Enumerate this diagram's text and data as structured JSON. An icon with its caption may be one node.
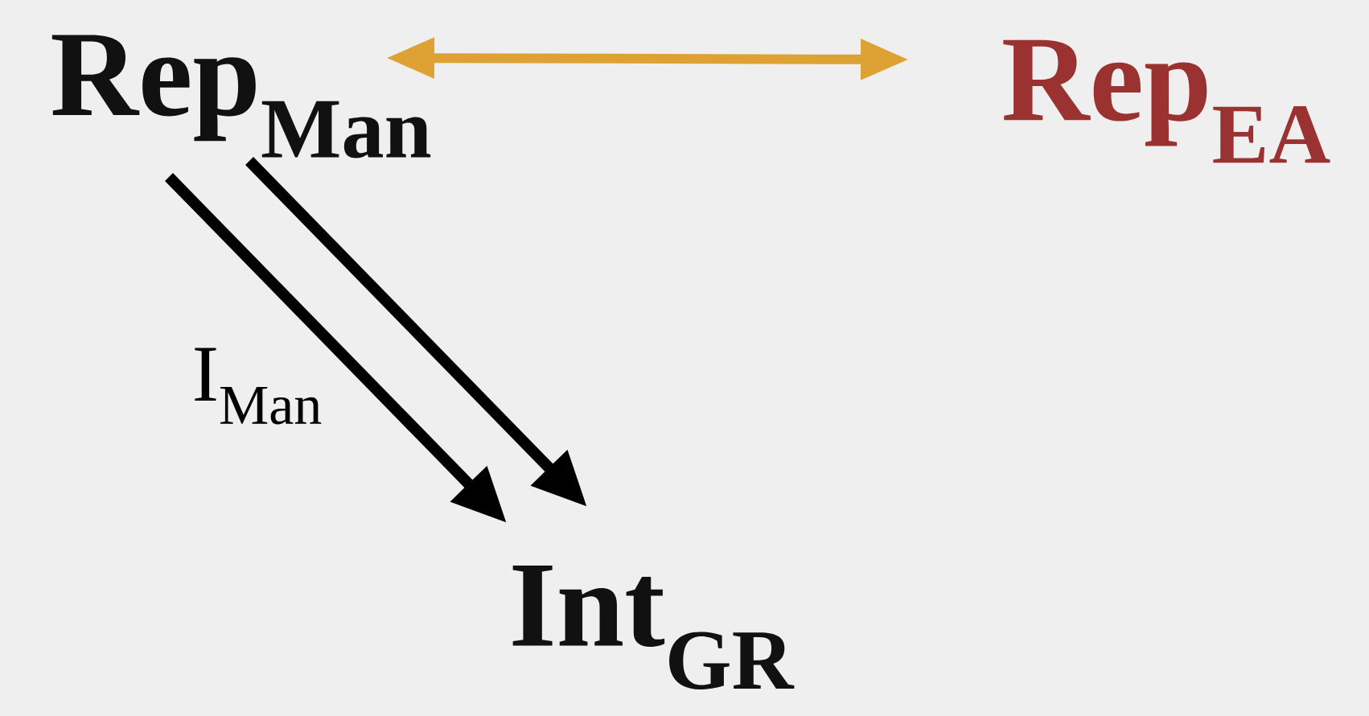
{
  "diagram": {
    "nodes": [
      {
        "text": [
          "Rep$_{Man}$"
        ]
      },
      {
        "text": [
          "Rep$_{EA}$"
        ]
      },
      {
        "text": [
          "Int$_{GR}$"
        ]
      }
    ],
    "edges": [
      {
        "from": 0,
        "to": 1,
        "arrow": "both",
        "color": "#dea234"
      },
      {
        "from": 0,
        "to": 2,
        "arrow": "to",
        "label": "I$_{Man}$"
      },
      {
        "from": 0,
        "to": 2,
        "arrow": "to"
      }
    ]
  }
}
